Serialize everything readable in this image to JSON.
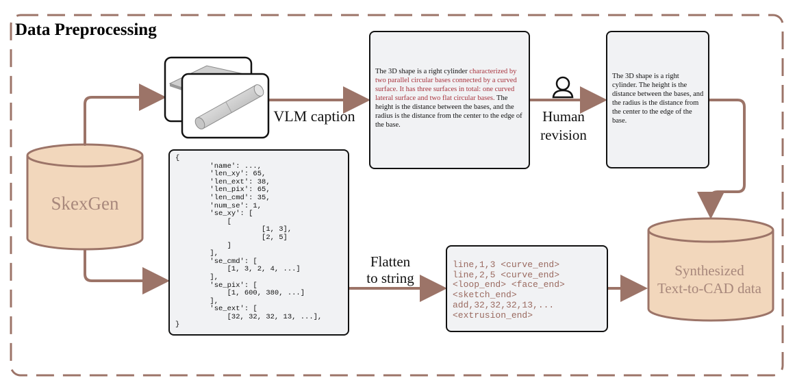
{
  "title": "Data Preprocessing",
  "colors": {
    "arrow": "#9c7468",
    "cylinder_fill": "#f2d7bc",
    "cylinder_text": "#a8887c",
    "highlight": "#a8343e",
    "code_text": "#9a6a60",
    "box_fill": "#f1f2f4"
  },
  "source_db": {
    "label": "SkexGen"
  },
  "target_db": {
    "line1": "Synthesized",
    "line2": "Text-to-CAD data"
  },
  "steps": {
    "vlm": "VLM caption",
    "human_line1": "Human",
    "human_line2": "revision",
    "flatten_line1": "Flatten",
    "flatten_line2": "to string"
  },
  "vlm_caption": {
    "plain1": "The 3D shape is a right cylinder ",
    "highlight": "characterized by two parallel circular bases connected by a curved surface. It has three surfaces in total: one curved lateral surface and two flat circular bases.",
    "plain2": " The height is the distance between the bases, and the radius is the distance from the center to the edge of the base."
  },
  "revised_caption": "The 3D shape is a right cylinder. The height is the distance between the bases, and the radius is the distance from the center to the edge of the base.",
  "json_lines": [
    "{",
    "        'name': ...,",
    "        'len_xy': 65,",
    "        'len_ext': 38,",
    "        'len_pix': 65,",
    "        'len_cmd': 35,",
    "        'num_se': 1,",
    "        'se_xy': [",
    "            [",
    "                    [1, 3],",
    "                    [2, 5]",
    "            ]",
    "        ],",
    "        'se_cmd': [",
    "            [1, 3, 2, 4, ...]",
    "        ],",
    "        'se_pix': [",
    "            [1, 600, 380, ...]",
    "        ],",
    "        'se_ext': [",
    "            [32, 32, 32, 13, ...],",
    "}"
  ],
  "string_lines": [
    "line,1,3 <curve_end>",
    "line,2,5 <curve_end>",
    "<loop_end> <face_end>",
    "<sketch_end>",
    "add,32,32,32,13,...",
    "<extrusion_end>"
  ]
}
